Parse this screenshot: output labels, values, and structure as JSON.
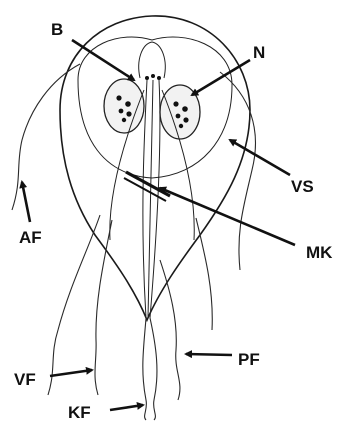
{
  "labels": {
    "b": "B",
    "n": "N",
    "vs": "VS",
    "af": "AF",
    "mk": "MK",
    "vf": "VF",
    "pf": "PF",
    "kf": "KF"
  },
  "colors": {
    "ink": "#111111",
    "stipple": "#8a8a8a",
    "background": "#ffffff"
  }
}
